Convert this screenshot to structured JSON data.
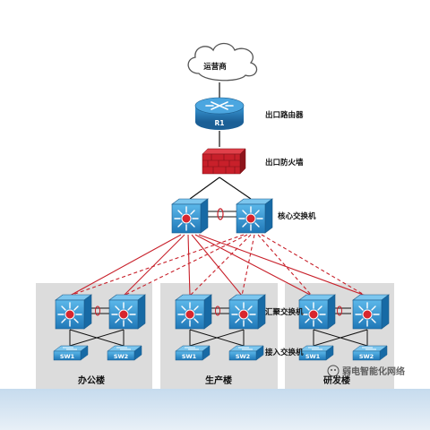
{
  "top": {
    "isp_label": "运营商",
    "router_name": "R1",
    "router_label": "出口路由器",
    "firewall_label": "出口防火墙",
    "core_label": "核心交换机"
  },
  "layers": {
    "aggregation_label": "汇聚交换机",
    "access_label": "接入交换机"
  },
  "buildings": [
    {
      "name": "办公楼",
      "access": [
        "SW1",
        "SW2"
      ]
    },
    {
      "name": "生产楼",
      "access": [
        "SW1",
        "SW2"
      ]
    },
    {
      "name": "研发楼",
      "access": [
        "SW1",
        "SW2"
      ]
    }
  ],
  "watermark": "弱电智能化网络",
  "colors": {
    "cloud_stroke": "#555555",
    "router": "#2a86c7",
    "firewall": "#c8202a",
    "switch": "#2d96d2",
    "link_red": "#c8202a",
    "building_bg": "#dcdcdc",
    "bottom_band": "#b9d2e8"
  }
}
